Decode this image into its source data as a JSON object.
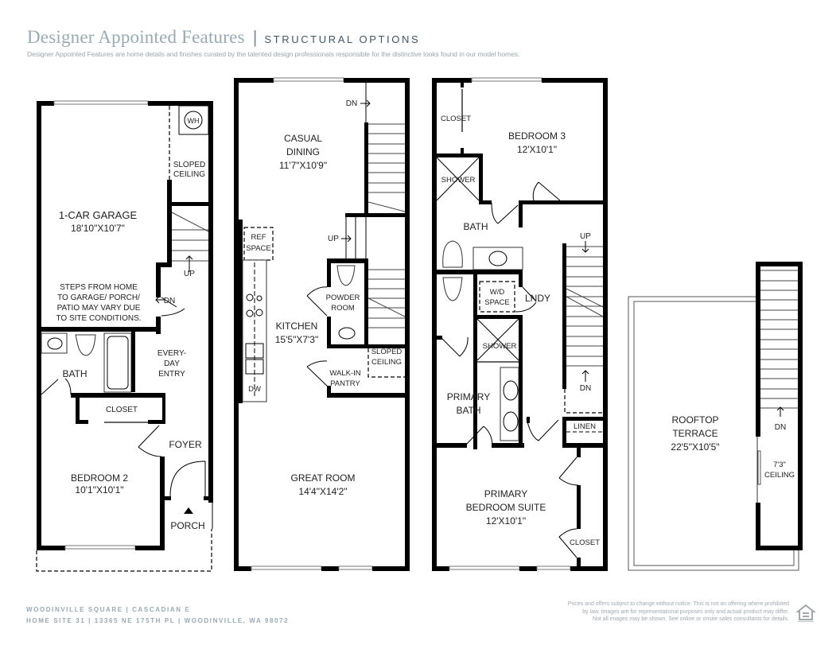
{
  "header": {
    "title": "Designer Appointed Features",
    "divider": "|",
    "subtitle": "STRUCTURAL OPTIONS",
    "description": "Designer Appointed Features are home details and finishes curated by the talented design professionals responsible for the distinctive looks found in our model homes."
  },
  "colors": {
    "title": "#98aab2",
    "subtitle": "#3f5664",
    "wall": "#000000",
    "footer": "#98aab5"
  },
  "floor1": {
    "garage": {
      "name": "1-CAR GARAGE",
      "dims": "18'10\"X10'7\""
    },
    "wh": "WH",
    "sloped_ceiling": [
      "SLOPED",
      "CEILING"
    ],
    "stairs_up": "UP",
    "stairs_dn": "DN",
    "note": [
      "STEPS FROM HOME",
      "TO GARAGE/ PORCH/",
      "PATIO MAY VARY DUE",
      "TO SITE CONDITIONS."
    ],
    "bath": "BATH",
    "everyday_entry": [
      "EVERY-",
      "DAY",
      "ENTRY"
    ],
    "closet": "CLOSET",
    "foyer": "FOYER",
    "bedroom2": {
      "name": "BEDROOM 2",
      "dims": "10'1\"X10'1\""
    },
    "porch": "PORCH"
  },
  "floor2": {
    "casual_dining": {
      "name": [
        "CASUAL",
        "DINING"
      ],
      "dims": "11'7\"X10'9\""
    },
    "stairs_dn": "DN",
    "stairs_up": "UP",
    "ref_space": [
      "REF",
      "SPACE"
    ],
    "powder_room": [
      "POWDER",
      "ROOM"
    ],
    "kitchen": {
      "name": "KITCHEN",
      "dims": "15'5\"X7'3\""
    },
    "sloped_ceiling": [
      "SLOPED",
      "CEILING"
    ],
    "walk_in_pantry": [
      "WALK-IN",
      "PANTRY"
    ],
    "dw": "DW",
    "great_room": {
      "name": "GREAT ROOM",
      "dims": "14'4\"X14'2\""
    }
  },
  "floor3": {
    "closet_top": "CLOSET",
    "bedroom3": {
      "name": "BEDROOM 3",
      "dims": "12'X10'1\""
    },
    "shower_top": "SHOWER",
    "bath": "BATH",
    "stairs_up": "UP",
    "wd_space": [
      "W/D",
      "SPACE"
    ],
    "lndy": "LNDY",
    "shower_primary": "SHOWER",
    "primary_bath": [
      "PRIMARY",
      "BATH"
    ],
    "stairs_dn": "DN",
    "linen": "LINEN",
    "primary_suite": {
      "name": [
        "PRIMARY",
        "BEDROOM SUITE"
      ],
      "dims": "12'X10'1\""
    },
    "closet_primary": "CLOSET"
  },
  "roof": {
    "terrace": {
      "name": [
        "ROOFTOP",
        "TERRACE"
      ],
      "dims": "22'5\"X10'5\""
    },
    "stairs_dn": "DN",
    "ceiling": [
      "7'3\"",
      "CEILING"
    ]
  },
  "footer": {
    "line1": "WOODINVILLE SQUARE  |  CASCADIAN E",
    "line2": "HOME SITE 31  |  13365 NE 175TH PL  |  WOODINVILLE, WA 98072",
    "disclaimer": [
      "Prices and offers subject to change without notice. This is not an offering where prohibited",
      "by law. Images are for representational purposes only and actual product may differ.",
      "Not all images may be shown. See online or onsite sales consultants for details."
    ],
    "logo": "equal-housing-opportunity-logo"
  }
}
